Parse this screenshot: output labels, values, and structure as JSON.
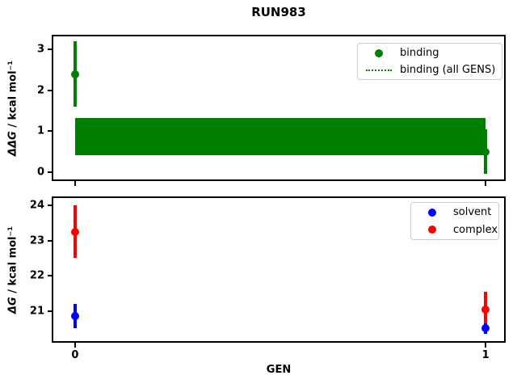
{
  "chart_data": [
    {
      "type": "scatter",
      "title": "RUN983",
      "ylabel": "ΔΔG / kcal mol⁻¹",
      "ylabel_math": "ΔΔG",
      "ylabel_unit": " / kcal mol⁻¹",
      "x": [
        0,
        1
      ],
      "series": [
        {
          "name": "binding",
          "color": "#008000",
          "y": [
            2.4,
            0.5
          ],
          "yerr": [
            0.8,
            0.55
          ]
        }
      ],
      "band": {
        "name": "binding (all GENS)",
        "color": "#008000",
        "linestyle": "dotted",
        "mean": 0.87,
        "low": 0.41,
        "high": 1.33
      },
      "xlim": [
        -0.053,
        1.047
      ],
      "ylim": [
        -0.2,
        3.32
      ],
      "yticks": [
        0,
        1,
        2,
        3
      ],
      "xticks": [
        0,
        1
      ],
      "xticklabels": [
        "0",
        "1"
      ],
      "show_x_tick_labels": false,
      "legend": {
        "position": "upper right",
        "entries": [
          "binding",
          "binding (all GENS)"
        ]
      }
    },
    {
      "type": "scatter",
      "xlabel": "GEN",
      "ylabel": "ΔG / kcal mol⁻¹",
      "ylabel_math": "ΔG",
      "ylabel_unit": " / kcal mol⁻¹",
      "x": [
        0,
        1
      ],
      "series": [
        {
          "name": "solvent",
          "color": "#0000ff",
          "y": [
            20.85,
            20.5
          ],
          "yerr": [
            0.35,
            0.15
          ]
        },
        {
          "name": "complex",
          "color": "#ff0000",
          "y": [
            23.25,
            21.05
          ],
          "yerr": [
            0.75,
            0.5
          ]
        }
      ],
      "xlim": [
        -0.053,
        1.047
      ],
      "ylim": [
        20.12,
        24.21
      ],
      "yticks": [
        21,
        22,
        23,
        24
      ],
      "xticks": [
        0,
        1
      ],
      "xticklabels": [
        "0",
        "1"
      ],
      "show_x_tick_labels": true,
      "legend": {
        "position": "upper right",
        "entries": [
          "solvent",
          "complex"
        ]
      }
    }
  ],
  "colors": {
    "frame": "#000000",
    "background": "#ffffff",
    "legend_border": "#cccccc"
  }
}
